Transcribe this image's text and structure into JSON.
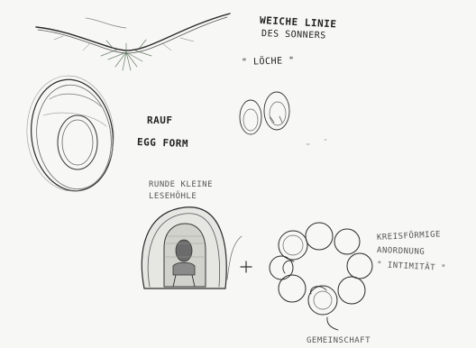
{
  "sketch": {
    "notes": {
      "line_title": "WEICHE LINIE",
      "line_sub": "DES SONNERS",
      "line_quote": "\" LÖCHE \"",
      "egg_line1": "RAUF",
      "egg_line2": "EGG FORM",
      "niche_line1": "RUNDE KLEINE",
      "niche_line2": "LESEHÖHLE",
      "circles_line1": "KREISFÖRMIGE",
      "circles_line2": "ANORDNUNG",
      "circles_line3": "\" INTIMITÄT \"",
      "plus_sign": "+",
      "bottom_label": "GEMEINSCHAFT"
    },
    "colors": {
      "paper": "#f7f7f5",
      "pencil": "#2a2a2a",
      "pencil_light": "#8a8a8a",
      "shade": "#6b6b6b",
      "accent_green": "#4f6b4f"
    }
  }
}
